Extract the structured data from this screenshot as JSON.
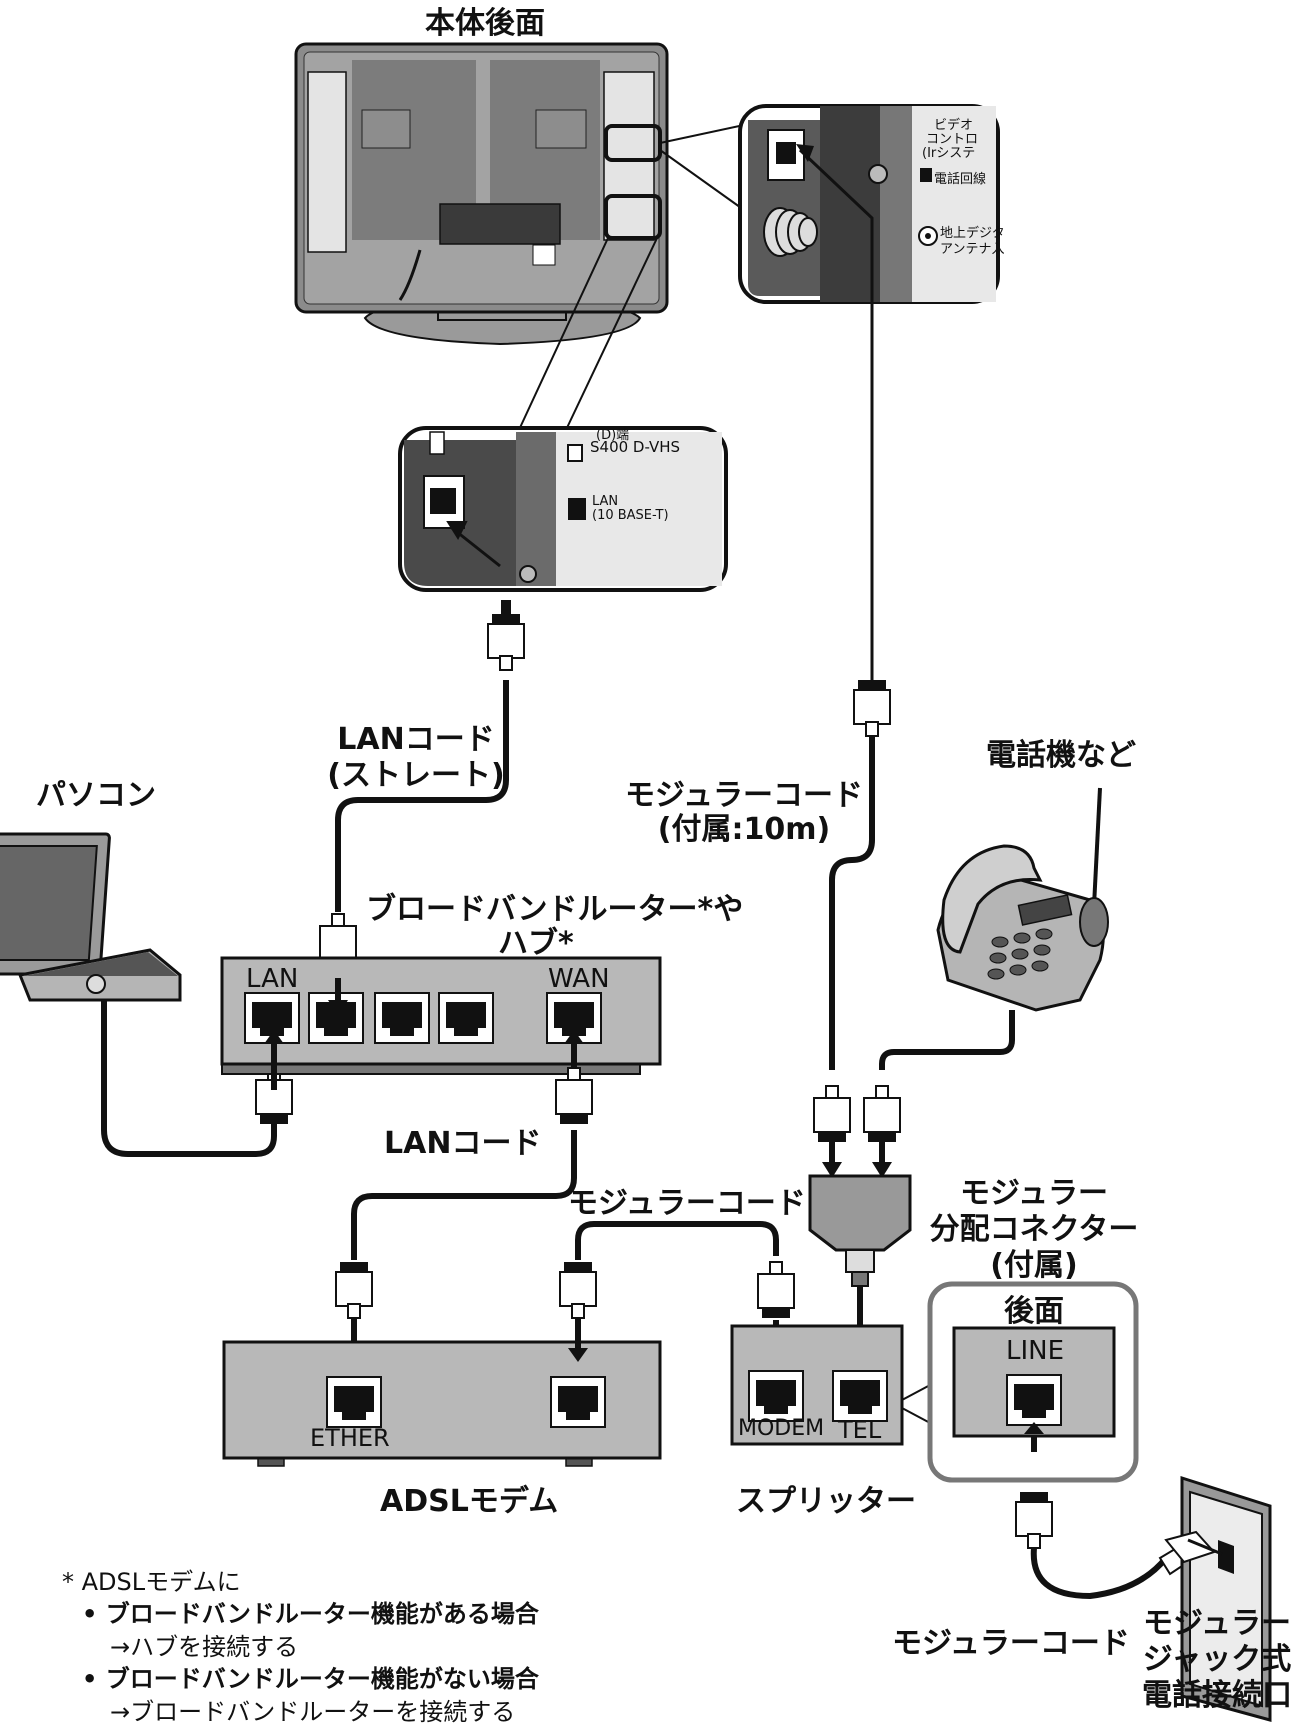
{
  "title": "本体後面",
  "pc_label": "パソコン",
  "lan_cord_top": "LANコード",
  "lan_cord_top_sub": "(ストレート)",
  "router_label_1": "ブロードバンドルーター*や",
  "router_label_2": "ハブ*",
  "router_port_lan": "LAN",
  "router_port_wan": "WAN",
  "lan_cord_mid": "LANコード",
  "modular_cord_top": "モジュラーコード",
  "modular_cord_top_sub": "(付属:10m)",
  "phone_label": "電話機など",
  "splitter_connector_1": "モジュラー",
  "splitter_connector_2": "分配コネクター",
  "splitter_connector_3": "(付属)",
  "modular_cord_mid": "モジュラーコード",
  "modem_port": "ETHER",
  "modem_label": "ADSLモデム",
  "splitter_modem": "MODEM",
  "splitter_tel": "TEL",
  "splitter_label": "スプリッター",
  "rear_label": "後面",
  "line_label": "LINE",
  "modular_cord_bottom": "モジュラーコード",
  "wall_jack_1": "モジュラー",
  "wall_jack_2": "ジャック式",
  "wall_jack_3": "電話接続口",
  "zoom_top": {
    "label_video_1": "ビデオ",
    "label_video_2": "コントロ",
    "label_video_3": "(Irシステ",
    "label_phone": "電話回線",
    "label_antenna_1": "地上デジタ",
    "label_antenna_2": "アンテナ入"
  },
  "zoom_lan": {
    "label_dv_1": "(D)端",
    "label_dv_2": "S400 D-VHS",
    "label_lan_1": "LAN",
    "label_lan_2": "(10 BASE-T)"
  },
  "notes": {
    "intro": "* ADSLモデムに",
    "case1": "• ブロードバンドルーター機能がある場合",
    "case1_action": "→ハブを接続する",
    "case2": "• ブロードバンドルーター機能がない場合",
    "case2_action": "→ブロードバンドルーターを接続する"
  }
}
